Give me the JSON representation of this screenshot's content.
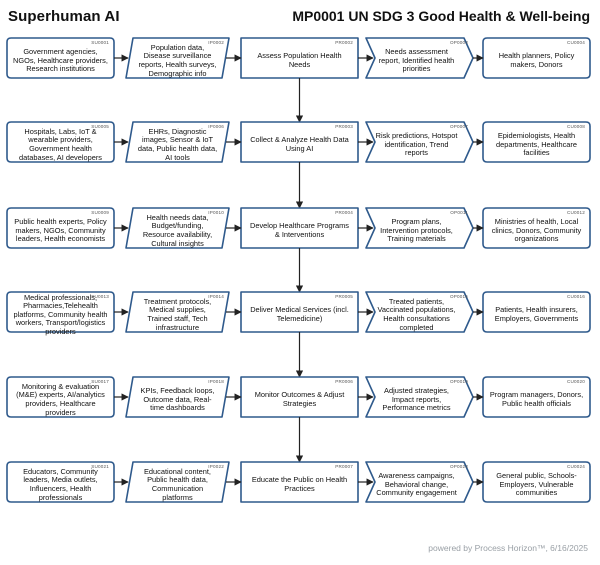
{
  "header": {
    "brand": "Superhuman AI",
    "title": "MP0001 UN SDG 3 Good Health & Well-being"
  },
  "footer": {
    "text": "powered by Process Horizon™, 6/16/2025"
  },
  "colors": {
    "stroke": "#2f5a8c",
    "connector": "#222222",
    "text": "#111111",
    "code": "#555555"
  },
  "rows": [
    {
      "supplier": {
        "code": "SU0001",
        "text": "Government agencies, NGOs, Healthcare providers, Research institutions"
      },
      "input": {
        "code": "IP0002",
        "text": "Population data, Disease surveillance reports, Health surveys, Demographic info"
      },
      "process": {
        "code": "PR0002",
        "text": "Assess Population Health Needs"
      },
      "output": {
        "code": "OP0003",
        "text": "Needs assessment report, Identified health priorities"
      },
      "customer": {
        "code": "CU0004",
        "text": "Health planners, Policy makers, Donors"
      }
    },
    {
      "supplier": {
        "code": "SU0005",
        "text": "Hospitals, Labs, IoT & wearable providers, Government health databases, AI developers"
      },
      "input": {
        "code": "IP0006",
        "text": "EHRs, Diagnostic images, Sensor & IoT data, Public health data, AI tools"
      },
      "process": {
        "code": "PR0003",
        "text": "Collect & Analyze Health Data Using AI"
      },
      "output": {
        "code": "OP0007",
        "text": "Risk predictions, Hotspot identification, Trend reports"
      },
      "customer": {
        "code": "CU0008",
        "text": "Epidemiologists, Health departments, Healthcare facilities"
      }
    },
    {
      "supplier": {
        "code": "SU0009",
        "text": "Public health experts, Policy makers, NGOs, Community leaders, Health economists"
      },
      "input": {
        "code": "IP0010",
        "text": "Health needs data, Budget/funding, Resource availability, Cultural insights"
      },
      "process": {
        "code": "PR0004",
        "text": "Develop Healthcare Programs & Interventions"
      },
      "output": {
        "code": "OP0011",
        "text": "Program plans, Intervention protocols, Training materials"
      },
      "customer": {
        "code": "CU0012",
        "text": "Ministries of health, Local clinics, Donors, Community organizations"
      }
    },
    {
      "supplier": {
        "code": "SU0013",
        "text": "Medical professionals, Pharmacies,Telehealth platforms, Community health workers, Transport/logistics providers"
      },
      "input": {
        "code": "IP0014",
        "text": "Treatment protocols, Medical supplies, Trained staff, Tech infrastructure"
      },
      "process": {
        "code": "PR0005",
        "text": "Deliver Medical Services (incl. Telemedicine)"
      },
      "output": {
        "code": "OP0015",
        "text": "Treated patients, Vaccinated populations, Health consultations completed"
      },
      "customer": {
        "code": "CU0016",
        "text": "Patients, Health insurers, Employers, Governments"
      }
    },
    {
      "supplier": {
        "code": "SU0017",
        "text": "Monitoring & evaluation (M&E) experts, AI/analytics providers, Healthcare providers"
      },
      "input": {
        "code": "IP0018",
        "text": "KPIs, Feedback loops, Outcome data, Real-time dashboards"
      },
      "process": {
        "code": "PR0006",
        "text": "Monitor Outcomes & Adjust Strategies"
      },
      "output": {
        "code": "OP0019",
        "text": "Adjusted strategies, Impact reports, Performance metrics"
      },
      "customer": {
        "code": "CU0020",
        "text": "Program managers, Donors, Public health officials"
      }
    },
    {
      "supplier": {
        "code": "SU0021",
        "text": "Educators, Community leaders, Media outlets, Influencers, Health professionals"
      },
      "input": {
        "code": "IP0022",
        "text": "Educational content, Public health data, Communication platforms"
      },
      "process": {
        "code": "PR0007",
        "text": "Educate the Public on Health Practices"
      },
      "output": {
        "code": "OP0023",
        "text": "Awareness campaigns, Behavioral change, Community engagement"
      },
      "customer": {
        "code": "CU0024",
        "text": "General public, Schools-Employers, Vulnerable communities"
      }
    }
  ]
}
